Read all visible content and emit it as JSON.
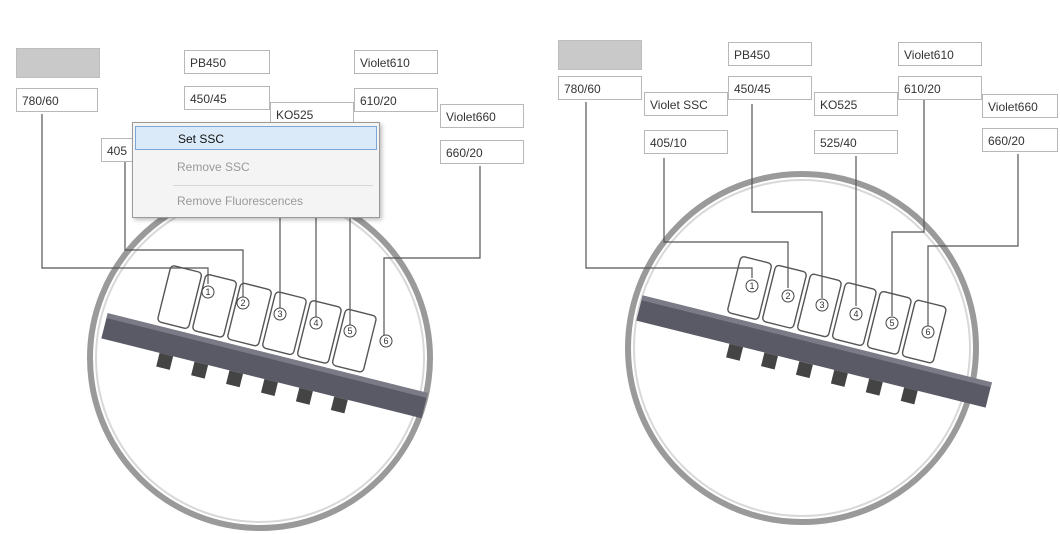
{
  "left_panel": {
    "labels": {
      "ssc_slot": "",
      "ch1_filter": "780/60",
      "ch2_filter_partial": "405",
      "ch3_name": "PB450",
      "ch3_filter": "450/45",
      "ch4_name": "KO525",
      "ch5_name": "Violet610",
      "ch5_filter": "610/20",
      "ch6_name": "Violet660",
      "ch6_filter": "660/20"
    },
    "context_menu": {
      "items": [
        "Set SSC",
        "Remove SSC",
        "Remove Fluorescences"
      ]
    }
  },
  "right_panel": {
    "labels": {
      "ssc_slot": "",
      "ch1_filter": "780/60",
      "ch2_name": "Violet SSC",
      "ch2_filter": "405/10",
      "ch3_name": "PB450",
      "ch3_filter": "450/45",
      "ch4_name": "KO525",
      "ch4_filter": "525/40",
      "ch5_name": "Violet610",
      "ch5_filter": "610/20",
      "ch6_name": "Violet660",
      "ch6_filter": "660/20"
    }
  },
  "detector_numbers": [
    "1",
    "2",
    "3",
    "4",
    "5",
    "6"
  ],
  "colors": {
    "circle_stroke": "#9a9a9a",
    "rail": "#5a5a66",
    "module_fill": "#ffffff",
    "module_stroke": "#555555",
    "menu_highlight": "#dbeaf8",
    "grey_slot": "#c9c9c9"
  }
}
